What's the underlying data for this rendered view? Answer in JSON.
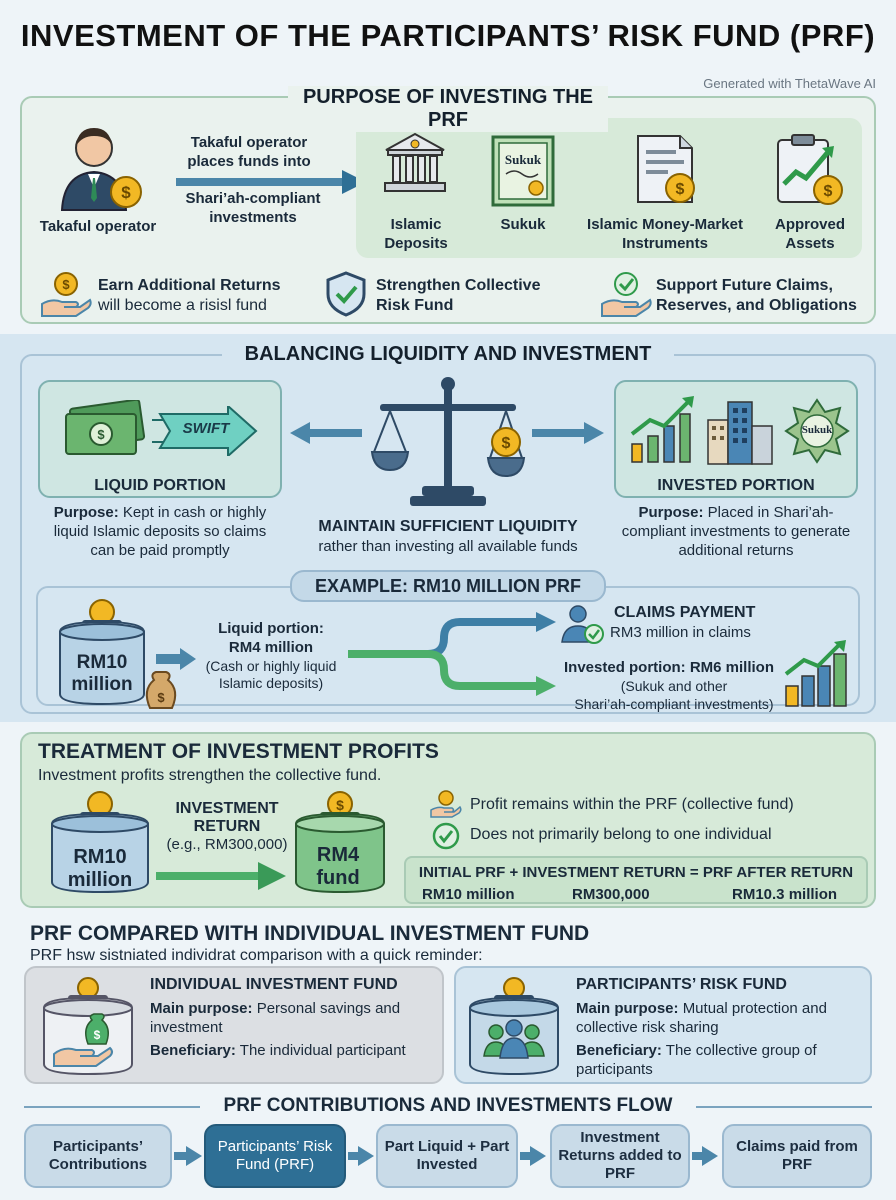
{
  "title": "INVESTMENT OF THE PARTICIPANTS’ RISK FUND (PRF)",
  "credit": "Generated with ThetaWave AI",
  "purpose": {
    "title": "PURPOSE OF INVESTING THE PRF",
    "operator_label": "Takaful operator",
    "arrow_top": "Takaful operator places funds into",
    "arrow_bottom": "Shari’ah-compliant investments",
    "investments": [
      {
        "label": "Islamic Deposits",
        "icon": "bank-icon"
      },
      {
        "label": "Sukuk",
        "icon": "sukuk-certificate-icon",
        "badge": "Sukuk"
      },
      {
        "label": "Islamic Money-Market Instruments",
        "icon": "document-coin-icon"
      },
      {
        "label": "Approved Assets",
        "icon": "clipboard-growth-icon"
      }
    ],
    "benefits": [
      {
        "line1": "Earn Additional Returns",
        "line2": "will become a risisl fund",
        "icon": "hand-coin-icon"
      },
      {
        "line1": "Strengthen Collective",
        "line2": "Risk Fund",
        "icon": "shield-check-icon"
      },
      {
        "line1": "Support Future Claims,",
        "line2": "Reserves, and Obligations",
        "icon": "hand-check-icon"
      }
    ]
  },
  "balancing": {
    "title": "BALANCING LIQUIDITY AND INVESTMENT",
    "liquid_title": "LIQUID PORTION",
    "swift": "SWIFT",
    "liquid_purpose_label": "Purpose:",
    "liquid_purpose_text": "Kept in cash or highly liquid Islamic deposits so claims can be paid promptly",
    "invested_title": "INVESTED PORTION",
    "invested_purpose_label": "Purpose:",
    "invested_purpose_text": "Placed in Shari’ah-compliant investments to generate additional returns",
    "sukuk_badge": "Sukuk",
    "center_title": "MAINTAIN SUFFICIENT LIQUIDITY",
    "center_sub": "rather than investing all available funds",
    "example": {
      "title": "EXAMPLE: RM10 MILLION PRF",
      "jar_line1": "RM10",
      "jar_line2": "million",
      "liquid_label1": "Liquid portion:",
      "liquid_label2": "RM4 million",
      "liquid_detail": "(Cash or highly liquid Islamic deposits)",
      "claims_title": "CLAIMS PAYMENT",
      "claims_text": "RM3 million in claims",
      "invested_label": "Invested portion: RM6 million",
      "invested_detail1": "(Sukuk and other",
      "invested_detail2": "Shari’ah-compliant investments)"
    }
  },
  "profits": {
    "title": "TREATMENT OF INVESTMENT PROFITS",
    "subtitle": "Investment profits strengthen the collective fund.",
    "jar1_line1": "RM10",
    "jar1_line2": "million",
    "return_line1": "INVESTMENT",
    "return_line2": "RETURN",
    "return_line3": "(e.g., RM300,000)",
    "jar2_line1": "RM4",
    "jar2_line2": "fund",
    "bullets": [
      {
        "text": "Profit remains within the PRF (collective fund)",
        "icon": "hand-coin-icon"
      },
      {
        "text": "Does not primarily belong to one individual",
        "icon": "check-circle-icon"
      }
    ],
    "equation": "INITIAL PRF + INVESTMENT RETURN = PRF AFTER RETURN",
    "values": [
      "RM10 million",
      "RM300,000",
      "RM10.3 million"
    ]
  },
  "compare": {
    "title": "PRF COMPARED WITH INDIVIDUAL INVESTMENT FUND",
    "subtitle": "PRF hsw sistniated individrat comparison with a quick reminder:",
    "individual": {
      "title": "INDIVIDUAL INVESTMENT FUND",
      "purpose_label": "Main purpose:",
      "purpose_text": "Personal savings and investment",
      "beneficiary_label": "Beneficiary:",
      "beneficiary_text": "The individual participant"
    },
    "prf": {
      "title": "PARTICIPANTS’ RISK FUND",
      "purpose_label": "Main purpose:",
      "purpose_text": "Mutual protection and collective risk sharing",
      "beneficiary_label": "Beneficiary:",
      "beneficiary_text": "The collective group of participants"
    }
  },
  "flow": {
    "title": "PRF CONTRIBUTIONS AND INVESTMENTS FLOW",
    "steps": [
      "Participants’ Contributions",
      "Participants’ Risk Fund (PRF)",
      "Part Liquid + Part Invested",
      "Investment Returns added to PRF",
      "Claims paid from PRF"
    ]
  },
  "colors": {
    "navy": "#2e4a66",
    "teal_arrow": "#4b86a9",
    "green": "#4caf6a",
    "coin": "#f2b824",
    "panel_green": "#d7ead9",
    "panel_blue": "#d6e6f1"
  }
}
